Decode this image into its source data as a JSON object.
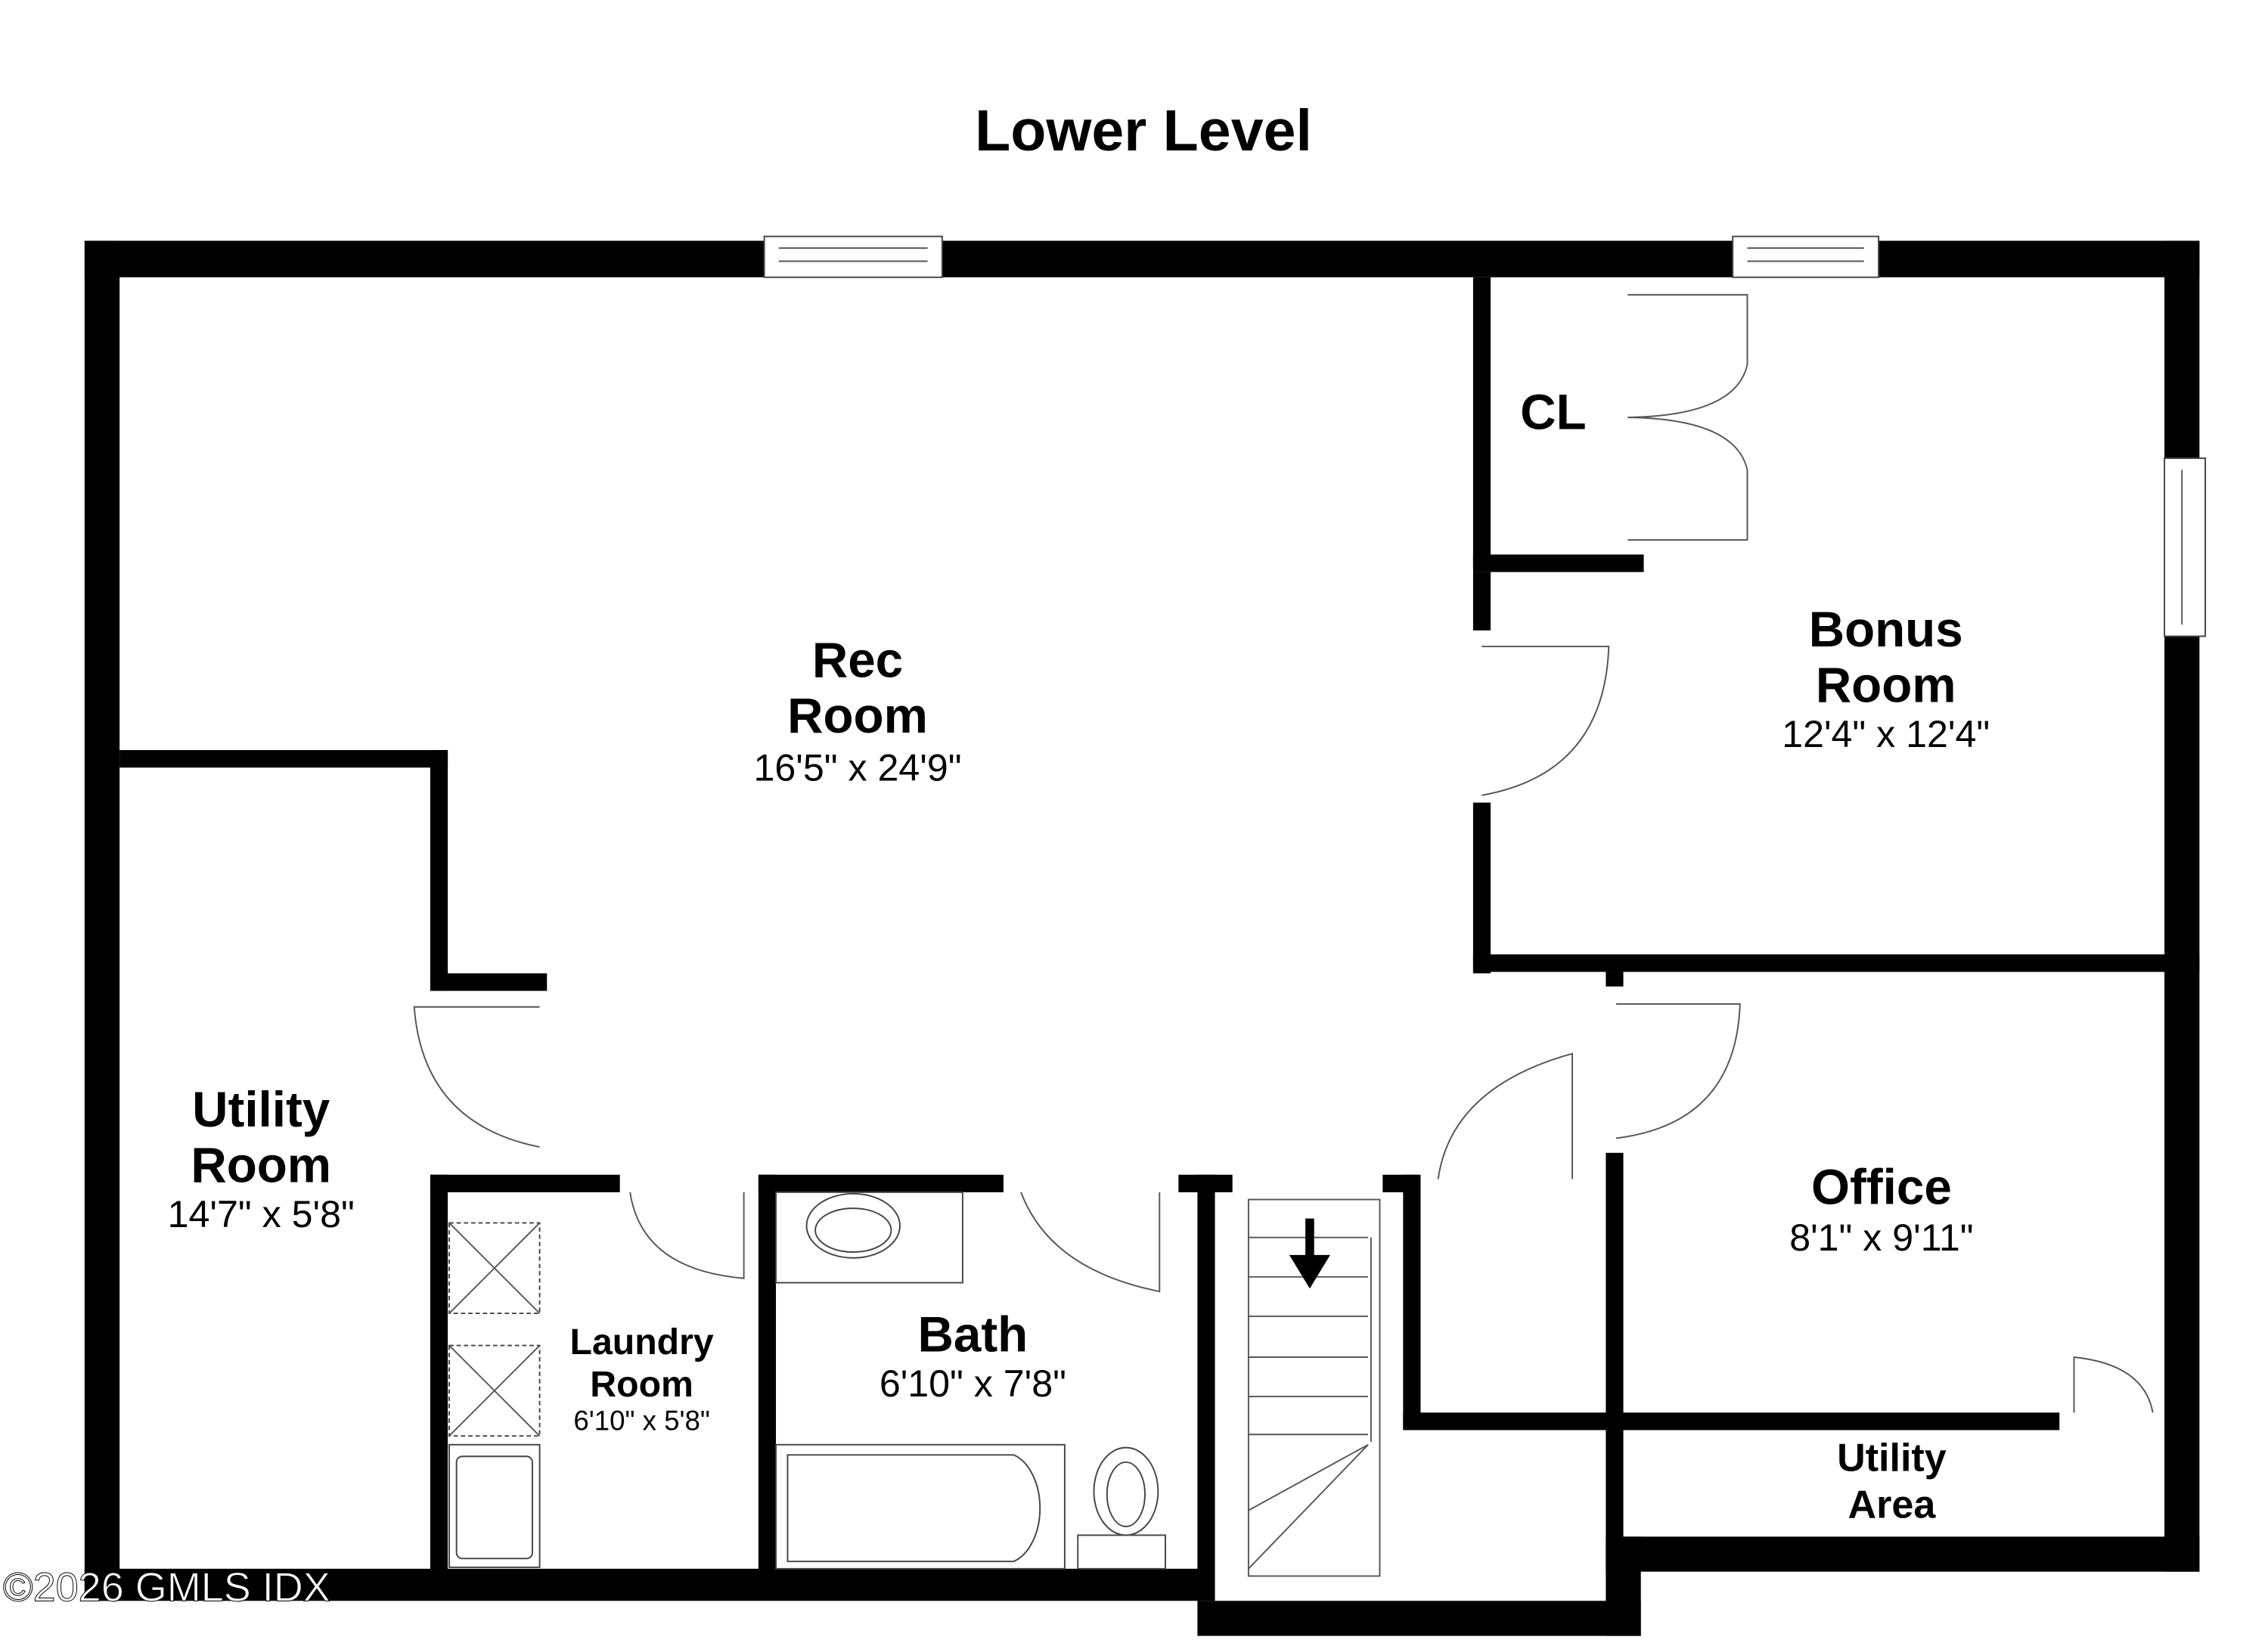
{
  "title": "Lower Level",
  "watermark": "©2026 GMLS IDX",
  "colors": {
    "wall": "#000000",
    "background": "#ffffff",
    "line": "#555555"
  },
  "rooms": {
    "rec": {
      "name1": "Rec",
      "name2": "Room",
      "dims": "16'5\" x 24'9\""
    },
    "bonus": {
      "name1": "Bonus",
      "name2": "Room",
      "dims": "12'4\" x 12'4\""
    },
    "closet": {
      "name": "CL"
    },
    "utility": {
      "name1": "Utility",
      "name2": "Room",
      "dims": "14'7\" x 5'8\""
    },
    "laundry": {
      "name1": "Laundry",
      "name2": "Room",
      "dims": "6'10\" x 5'8\""
    },
    "bath": {
      "name": "Bath",
      "dims": "6'10\" x 7'8\""
    },
    "office": {
      "name": "Office",
      "dims": "8'1\" x 9'11\""
    },
    "utility_area": {
      "name1": "Utility",
      "name2": "Area"
    }
  },
  "icons": {
    "stairs": "down-arrow-icon"
  }
}
